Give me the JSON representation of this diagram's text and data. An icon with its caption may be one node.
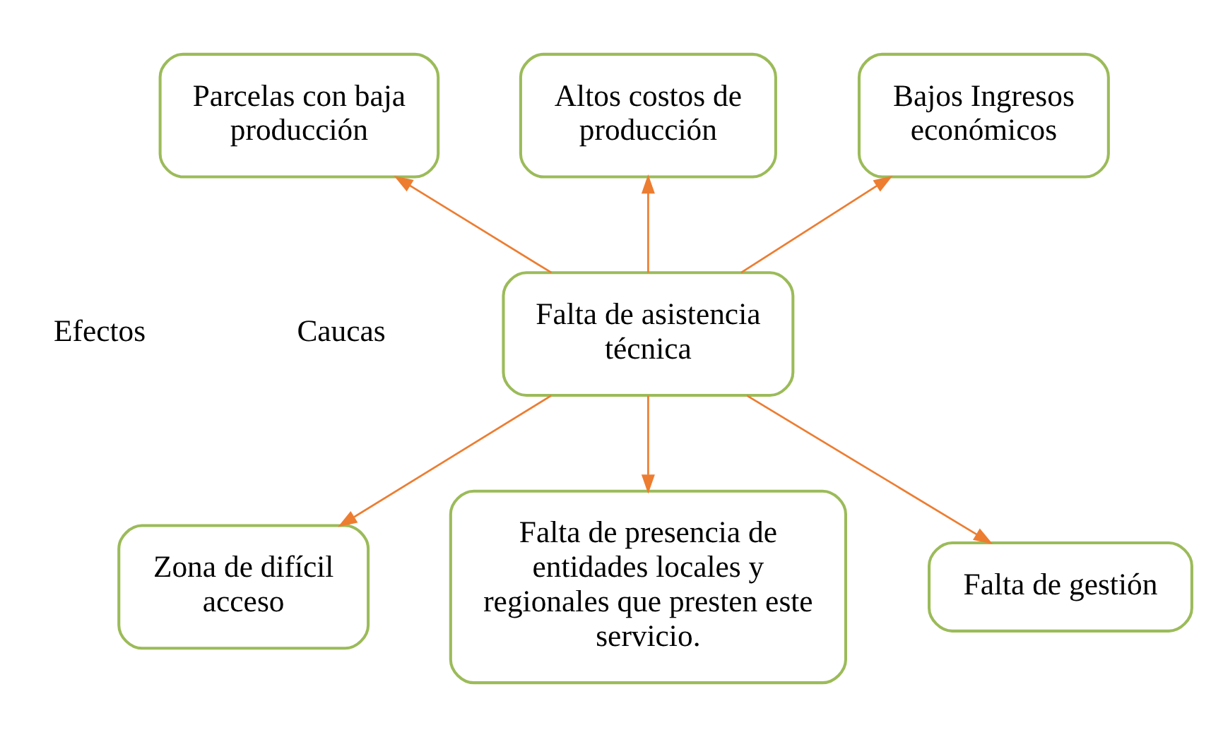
{
  "diagram": {
    "nodes": [
      {
        "text": [
          "Parcelas con baja producción"
        ]
      },
      {
        "text": [
          "Altos costos de producción"
        ]
      },
      {
        "text": [
          "Bajos Ingresos económicos"
        ]
      },
      {
        "text": [
          "Falta de asistencia técnica"
        ]
      },
      {
        "text": [
          "Zona de difícil acceso"
        ]
      },
      {
        "text": [
          "Falta de presencia de entidades locales y regionales que presten este servicio."
        ]
      },
      {
        "text": [
          "Falta de gestión"
        ]
      }
    ],
    "edges": [
      {
        "from": 3,
        "to": 0,
        "arrow": "to",
        "color": "#ed7d31"
      },
      {
        "from": 3,
        "to": 1,
        "arrow": "to",
        "color": "#ed7d31"
      },
      {
        "from": 3,
        "to": 2,
        "arrow": "to",
        "color": "#ed7d31"
      },
      {
        "from": 3,
        "to": 4,
        "arrow": "to",
        "color": "#ed7d31"
      },
      {
        "from": 3,
        "to": 5,
        "arrow": "to",
        "color": "#ed7d31"
      },
      {
        "from": 3,
        "to": 6,
        "arrow": "to",
        "color": "#ed7d31"
      }
    ],
    "labels": [
      "Efectos",
      "Caucas"
    ]
  }
}
